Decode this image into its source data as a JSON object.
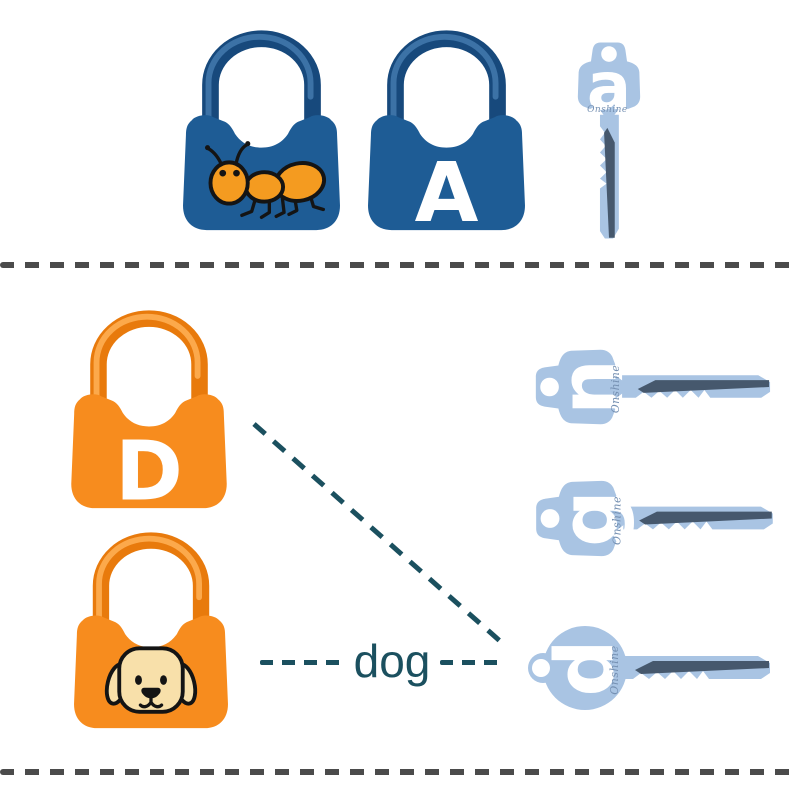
{
  "illustration": {
    "description": "alphabet-lock-and-key-matching-game",
    "top_row": {
      "lock_ant": {
        "icon": "ant-icon",
        "color_name": "blue"
      },
      "lock_letter": {
        "letter": "A",
        "color_name": "blue"
      },
      "key": {
        "letter": "a",
        "brand": "Onshine",
        "orientation": "vertical"
      }
    },
    "bottom_row": {
      "lock_letter": {
        "letter": "D",
        "color_name": "orange"
      },
      "lock_dog": {
        "icon": "dog-icon",
        "color_name": "orange"
      },
      "word_label": "dog",
      "keys": [
        {
          "letter": "n",
          "brand": "Onshine"
        },
        {
          "letter": "g",
          "brand": "Onshine"
        },
        {
          "letter": "d",
          "brand": "Onshine"
        }
      ]
    }
  },
  "colors": {
    "background": "#ffffff",
    "blue-lock": "#1e5c95",
    "blue-shackle-dark": "#17497c",
    "blue-shackle-light": "#4379ae",
    "orange-lock": "#f78c1e",
    "orange-shackle-dark": "#e87a0c",
    "orange-shackle-light": "#ffb257",
    "key-blue": "#a9c4e3",
    "key-blade-stripe": "#46586d",
    "key-brand-text": "#7590b2",
    "letter-white": "#ffffff",
    "teal-line": "#1b505f",
    "divider-gray": "#4b4b4b",
    "ant-orange": "#f49b20",
    "dog-cream": "#f8e0aa",
    "outline-black": "#141414"
  }
}
